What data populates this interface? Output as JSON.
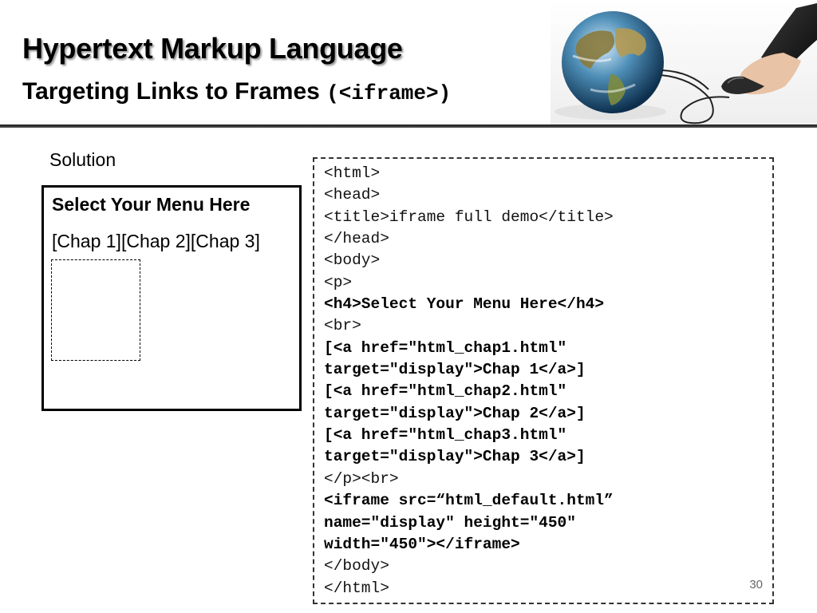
{
  "header": {
    "title": "Hypertext Markup Language",
    "subtitle_text": "Targeting Links to Frames ",
    "subtitle_code": "(<iframe>)"
  },
  "solution_label": "Solution",
  "demo": {
    "heading": "Select Your Menu Here",
    "links": [
      "[Chap 1]",
      "[Chap 2]",
      "[Chap 3]"
    ]
  },
  "code_lines": [
    {
      "text": "<html>",
      "bold": false
    },
    {
      "text": "<head>",
      "bold": false
    },
    {
      "text": "<title>iframe full demo</title>",
      "bold": false
    },
    {
      "text": "</head>",
      "bold": false
    },
    {
      "text": "<body>",
      "bold": false
    },
    {
      "text": "<p>",
      "bold": false
    },
    {
      "text": "<h4>Select Your Menu Here</h4>",
      "bold": true
    },
    {
      "text": "<br>",
      "bold": false
    },
    {
      "text": "[<a href=\"html_chap1.html\"",
      "bold": true
    },
    {
      "text": "target=\"display\">Chap 1</a>]",
      "bold": true
    },
    {
      "text": "[<a href=\"html_chap2.html\"",
      "bold": true
    },
    {
      "text": "target=\"display\">Chap 2</a>]",
      "bold": true
    },
    {
      "text": "[<a href=\"html_chap3.html\"",
      "bold": true
    },
    {
      "text": "target=\"display\">Chap 3</a>]",
      "bold": true
    },
    {
      "text": "</p><br>",
      "bold": false
    },
    {
      "text": "<iframe src=“html_default.html”",
      "bold": true
    },
    {
      "text": "name=\"display\" height=\"450\"",
      "bold": true
    },
    {
      "text": "width=\"450\"></iframe>",
      "bold": true
    },
    {
      "text": "</body>",
      "bold": false
    },
    {
      "text": "</html>",
      "bold": false
    }
  ],
  "page_number": "30",
  "colors": {
    "border": "#000000",
    "dashed_border": "#333333",
    "page_number": "#666666"
  },
  "icons": {
    "header_art": "globe-and-mouse-illustration"
  }
}
